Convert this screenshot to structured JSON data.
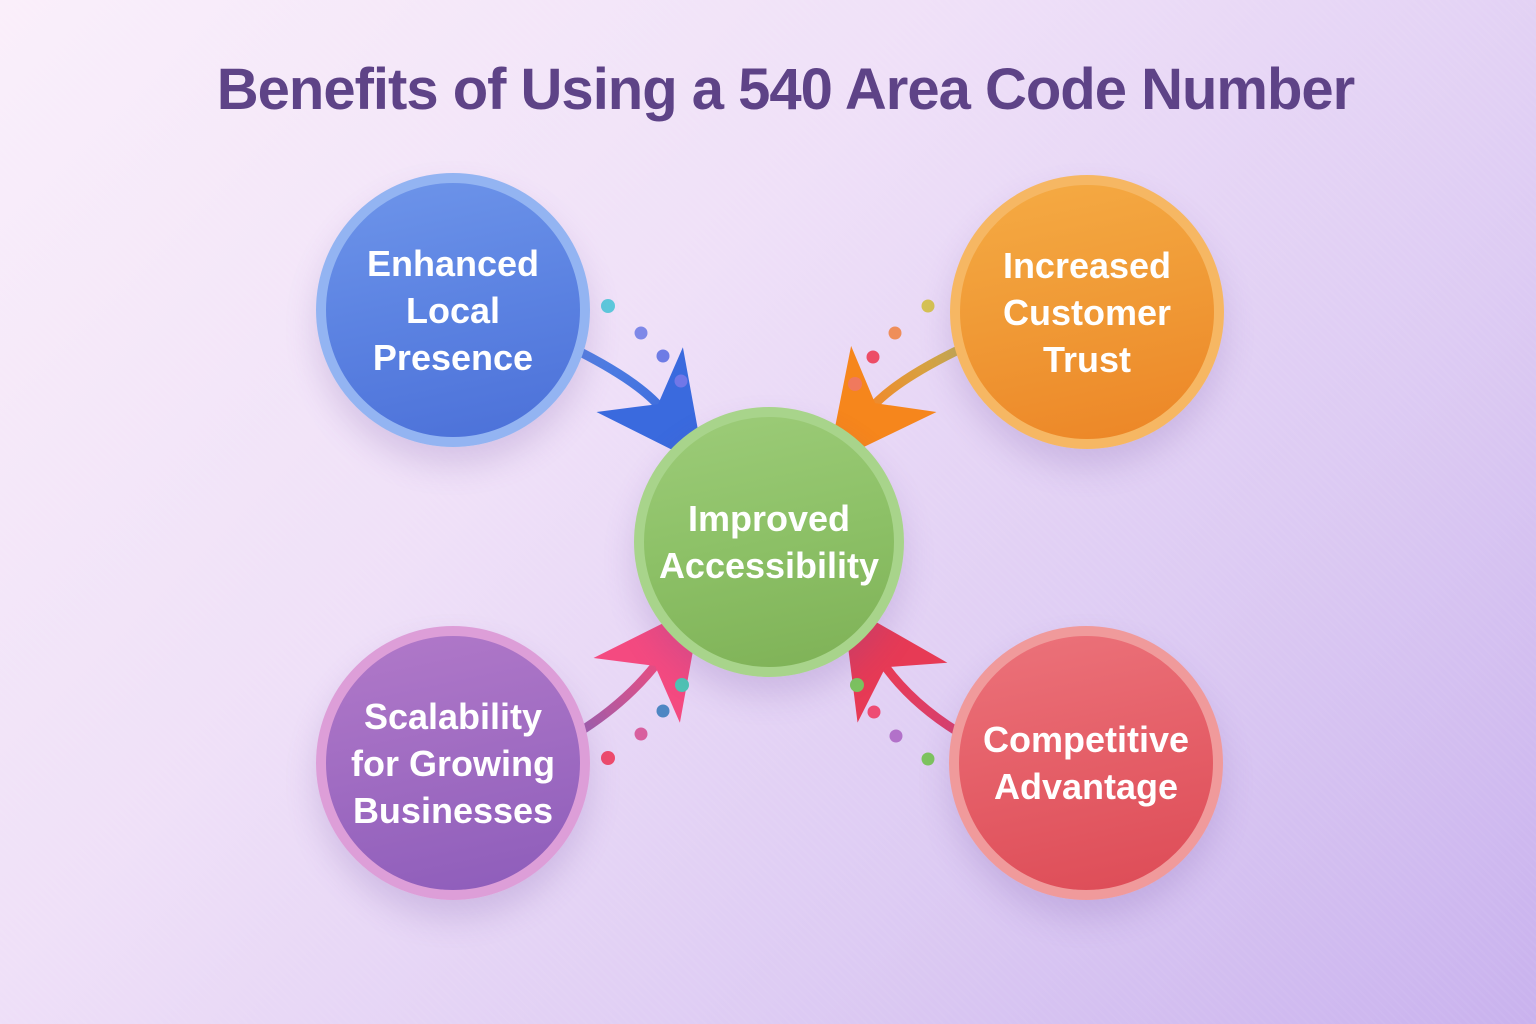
{
  "title": "Benefits of Using a 540 Area Code Number",
  "title_color": "#5e4387",
  "background": {
    "gradient_start": "#faeffa",
    "gradient_end": "#c9b2ee"
  },
  "diagram": {
    "center": {
      "id": "improved-accessibility",
      "label": "Improved\nAccessibility",
      "ring_color": "#a8d48b",
      "fill_top": "#9dcc79",
      "fill_bottom": "#7eb156",
      "text_color": "#ffffff"
    },
    "nodes": [
      {
        "id": "enhanced-local-presence",
        "label": "Enhanced\nLocal\nPresence",
        "position": "top-left",
        "ring_color": "#93b4f2",
        "fill_top": "#6e95ea",
        "fill_bottom": "#4b70d8",
        "text_color": "#ffffff"
      },
      {
        "id": "increased-customer-trust",
        "label": "Increased\nCustomer\nTrust",
        "position": "top-right",
        "ring_color": "#f6b763",
        "fill_top": "#f5ab44",
        "fill_bottom": "#ec8526",
        "text_color": "#ffffff"
      },
      {
        "id": "scalability-for-growing-businesses",
        "label": "Scalability\nfor Growing\nBusinesses",
        "position": "bottom-left",
        "ring_color": "#dd9ed8",
        "fill_top": "#b179c9",
        "fill_bottom": "#8d5cba",
        "text_color": "#ffffff"
      },
      {
        "id": "competitive-advantage",
        "label": "Competitive\nAdvantage",
        "position": "bottom-right",
        "ring_color": "#f09a9b",
        "fill_top": "#ec737b",
        "fill_bottom": "#dd4b56",
        "text_color": "#ffffff"
      }
    ],
    "connectors": [
      {
        "from": "enhanced-local-presence",
        "to": "improved-accessibility",
        "arrow_color_start": "#5685e6",
        "arrow_color_end": "#3a6ade",
        "dot_colors": [
          "#5dc9dc",
          "#7e88e8",
          "#6e7ce5",
          "#7177e8"
        ]
      },
      {
        "from": "increased-customer-trust",
        "to": "improved-accessibility",
        "arrow_color_start": "#c4b351",
        "arrow_color_end": "#f6861c",
        "dot_colors": [
          "#d5c254",
          "#ef8e5a",
          "#ed4d66",
          "#f0795d"
        ]
      },
      {
        "from": "scalability-for-growing-businesses",
        "to": "improved-accessibility",
        "arrow_color_start": "#9a5fae",
        "arrow_color_end": "#f44a80",
        "dot_colors": [
          "#4ec4b4",
          "#4e86c3",
          "#d85f9e",
          "#ee4b6c"
        ]
      },
      {
        "from": "competitive-advantage",
        "to": "improved-accessibility",
        "arrow_color_start": "#d8406f",
        "arrow_color_end": "#e73a55",
        "dot_colors": [
          "#7cc45e",
          "#ee4b73",
          "#b271c9",
          "#7cc45e"
        ]
      }
    ]
  }
}
